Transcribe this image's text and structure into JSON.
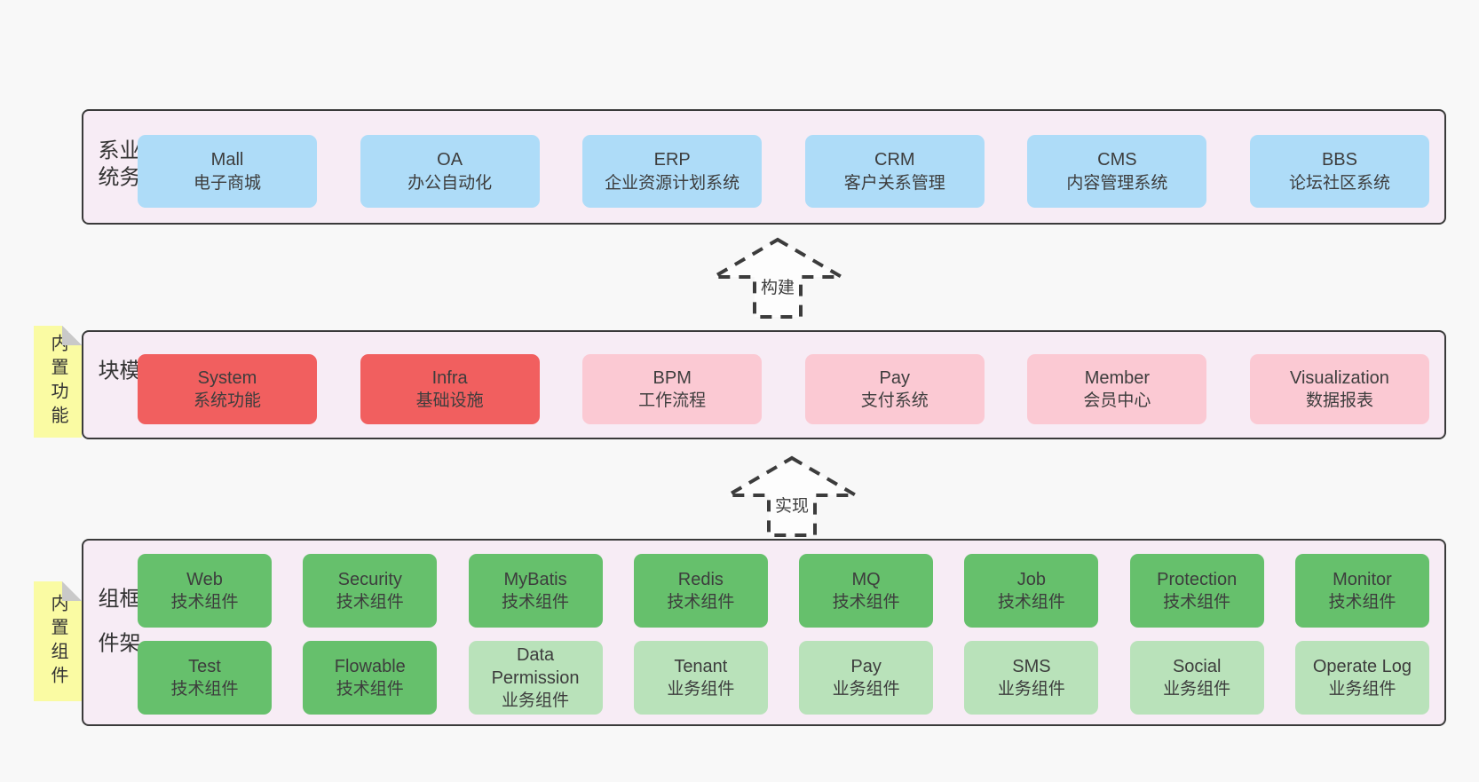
{
  "layers": [
    {
      "label": "业务系统",
      "side_note": null,
      "rows": [
        [
          {
            "en": "Mall",
            "zh": "电子商城",
            "color": "blue"
          },
          {
            "en": "OA",
            "zh": "办公自动化",
            "color": "blue"
          },
          {
            "en": "ERP",
            "zh": "企业资源计划系统",
            "color": "blue"
          },
          {
            "en": "CRM",
            "zh": "客户关系管理",
            "color": "blue"
          },
          {
            "en": "CMS",
            "zh": "内容管理系统",
            "color": "blue"
          },
          {
            "en": "BBS",
            "zh": "论坛社区系统",
            "color": "blue"
          }
        ]
      ]
    },
    {
      "label": "通用模块",
      "side_note": "内置功能",
      "rows": [
        [
          {
            "en": "System",
            "zh": "系统功能",
            "color": "red"
          },
          {
            "en": "Infra",
            "zh": "基础设施",
            "color": "red"
          },
          {
            "en": "BPM",
            "zh": "工作流程",
            "color": "pink"
          },
          {
            "en": "Pay",
            "zh": "支付系统",
            "color": "pink"
          },
          {
            "en": "Member",
            "zh": "会员中心",
            "color": "pink"
          },
          {
            "en": "Visualization",
            "zh": "数据报表",
            "color": "pink"
          }
        ]
      ]
    },
    {
      "label": "框架组件",
      "side_note": "内置组件",
      "rows": [
        [
          {
            "en": "Web",
            "zh": "技术组件",
            "color": "green"
          },
          {
            "en": "Security",
            "zh": "技术组件",
            "color": "green"
          },
          {
            "en": "MyBatis",
            "zh": "技术组件",
            "color": "green"
          },
          {
            "en": "Redis",
            "zh": "技术组件",
            "color": "green"
          },
          {
            "en": "MQ",
            "zh": "技术组件",
            "color": "green"
          },
          {
            "en": "Job",
            "zh": "技术组件",
            "color": "green"
          },
          {
            "en": "Protection",
            "zh": "技术组件",
            "color": "green"
          },
          {
            "en": "Monitor",
            "zh": "技术组件",
            "color": "green"
          }
        ],
        [
          {
            "en": "Test",
            "zh": "技术组件",
            "color": "green"
          },
          {
            "en": "Flowable",
            "zh": "技术组件",
            "color": "green"
          },
          {
            "en": "Data Permission",
            "zh": "业务组件",
            "color": "light_green"
          },
          {
            "en": "Tenant",
            "zh": "业务组件",
            "color": "light_green"
          },
          {
            "en": "Pay",
            "zh": "业务组件",
            "color": "light_green"
          },
          {
            "en": "SMS",
            "zh": "业务组件",
            "color": "light_green"
          },
          {
            "en": "Social",
            "zh": "业务组件",
            "color": "light_green"
          },
          {
            "en": "Operate Log",
            "zh": "业务组件",
            "color": "light_green"
          }
        ]
      ]
    }
  ],
  "arrows": [
    {
      "label": "构建"
    },
    {
      "label": "实现"
    }
  ],
  "colors": {
    "page_bg": "#f8f8f8",
    "container_bg": "#f7ecf5",
    "container_border": "#3a3a3a",
    "blue": "#aedcf8",
    "red": "#f15f5f",
    "pink": "#fbc9d3",
    "green": "#66c06c",
    "light_green": "#b9e2ba",
    "sticky_yellow": "#fafba3",
    "text": "#3d3d3d"
  }
}
